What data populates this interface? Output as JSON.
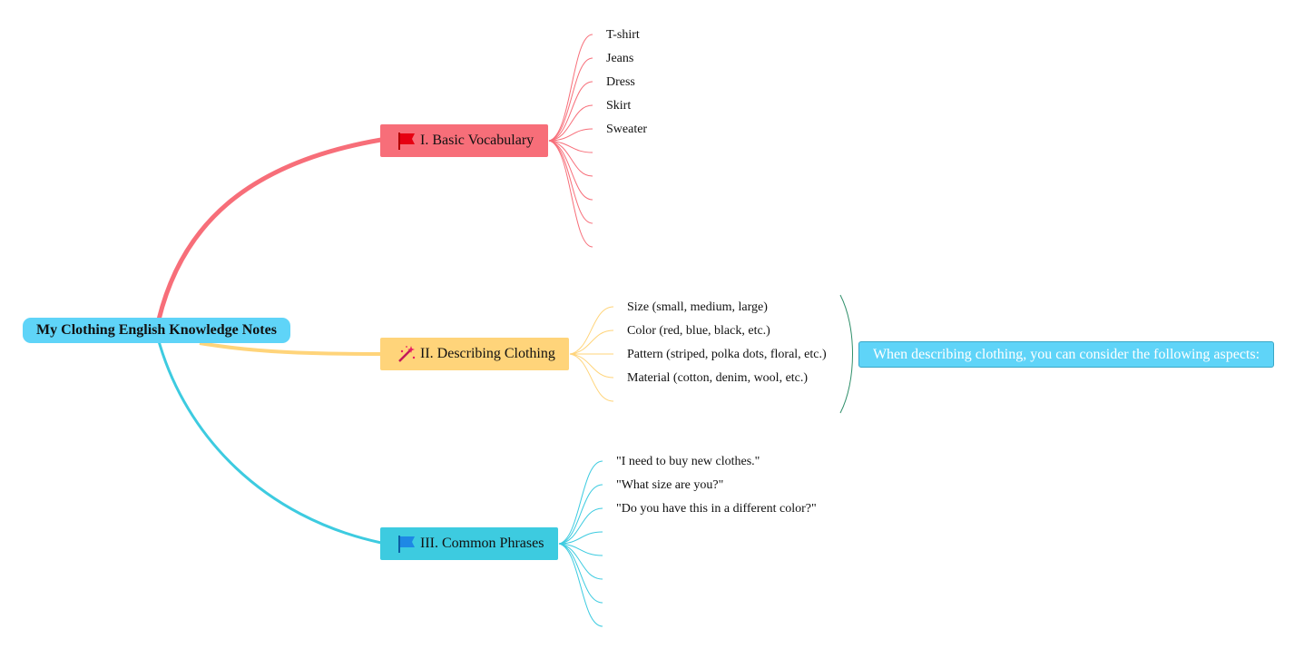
{
  "root": {
    "label": "My Clothing English Knowledge Notes"
  },
  "branches": [
    {
      "label": "I. Basic Vocabulary",
      "icon": "red-flag-icon",
      "color": "#f76e79",
      "leaves": [
        "T-shirt",
        "Jeans",
        "Dress",
        "Skirt",
        "Sweater"
      ]
    },
    {
      "label": "II. Describing Clothing",
      "icon": "magic-wand-icon",
      "color": "#ffd47a",
      "leaves": [
        "Size (small, medium, large)",
        "Color (red, blue, black, etc.)",
        "Pattern (striped, polka dots, floral, etc.)",
        "Material (cotton, denim, wool, etc.)"
      ],
      "note": "When describing clothing, you can consider the following aspects:"
    },
    {
      "label": "III. Common Phrases",
      "icon": "blue-flag-icon",
      "color": "#3dcbe0",
      "leaves": [
        "\"I need to buy new clothes.\"",
        "\"What size are you?\"",
        "\"Do you have this in a different color?\""
      ]
    }
  ],
  "colors": {
    "root": "#5fd4f8",
    "bracket": "#2f8f6a"
  }
}
